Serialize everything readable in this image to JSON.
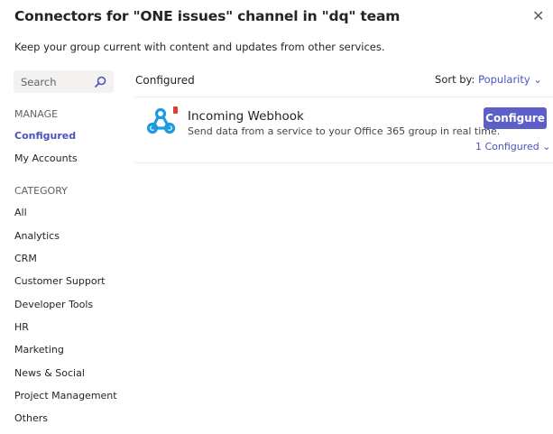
{
  "dialog": {
    "title": "Connectors for \"ONE issues\" channel in \"dq\" team",
    "subtitle": "Keep your group current with content and updates from other services.",
    "close": "✕"
  },
  "search": {
    "placeholder": "Search"
  },
  "sidebar": {
    "manage_heading": "MANAGE",
    "manage_items": [
      "Configured",
      "My Accounts"
    ],
    "category_heading": "CATEGORY",
    "categories": [
      "All",
      "Analytics",
      "CRM",
      "Customer Support",
      "Developer Tools",
      "HR",
      "Marketing",
      "News & Social",
      "Project Management",
      "Others"
    ]
  },
  "main": {
    "heading": "Configured",
    "sort_label": "Sort by:",
    "sort_value": "Popularity",
    "connector": {
      "name": "Incoming Webhook",
      "description": "Send data from a service to your Office 365 group in real time.",
      "button": "Configure",
      "configured_count": "1 Configured"
    }
  },
  "colors": {
    "accent": "#5b5fc7",
    "link": "#4b53bc",
    "webhook": "#1e9be0"
  }
}
